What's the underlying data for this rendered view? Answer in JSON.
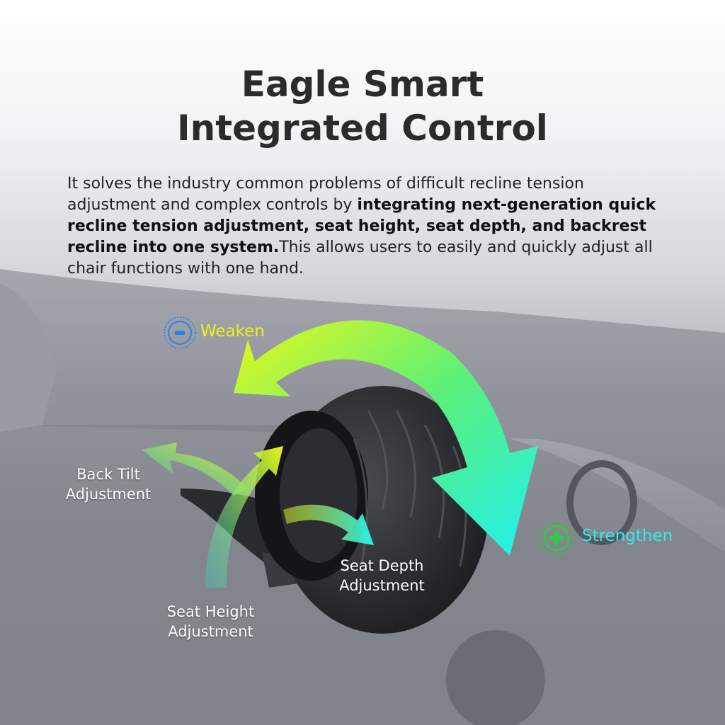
{
  "title": {
    "line1": "Eagle Smart",
    "line2": "Integrated Control"
  },
  "description": {
    "intro": "It solves the industry common problems of difficult recline tension adjustment and complex controls by ",
    "bold": "integrating next-generation quick recline tension adjustment, seat height, seat depth, and backrest recline into one system.",
    "outro": "This allows users to easily and quickly adjust all chair functions with one hand."
  },
  "labels": {
    "weaken": "Weaken",
    "strengthen": "Strengthen",
    "back_tilt": [
      "Back Tilt",
      "Adjustment"
    ],
    "seat_depth": [
      "Seat Depth",
      "Adjustment"
    ],
    "seat_height": [
      "Seat Height",
      "Adjustment"
    ]
  },
  "icons": {
    "weaken": "minus-circle-icon",
    "strengthen": "plus-circle-icon"
  },
  "colors": {
    "weaken": "#e6f51a",
    "strengthen": "#35e8f0",
    "minus_icon": "#2a7fe8",
    "plus_icon": "#2ecc40"
  }
}
